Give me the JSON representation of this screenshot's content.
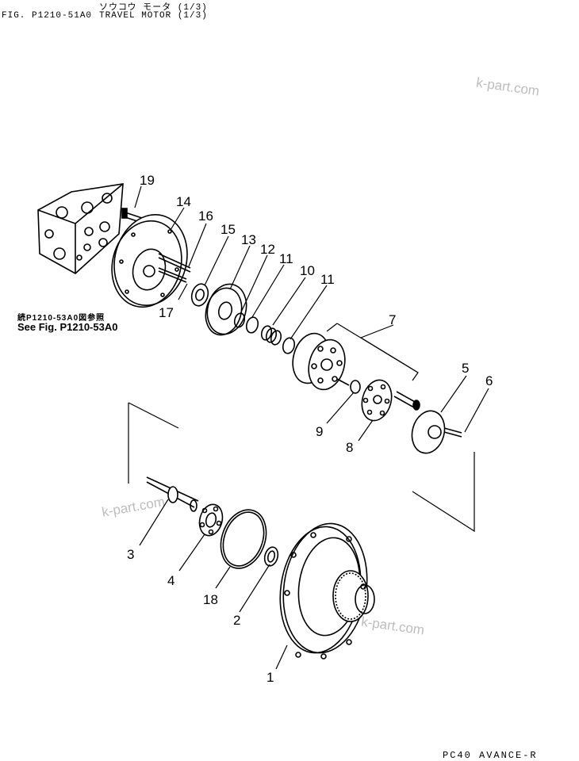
{
  "header": {
    "jp_title": "ソウコウ モータ (1/3)",
    "fig_label": "FIG. P1210-51A0",
    "title": "TRAVEL MOTOR (1/3)"
  },
  "reference": {
    "jp": "続P1210-53A0図参照",
    "en": "See Fig. P1210-53A0"
  },
  "watermark": "k-part.com",
  "footer": "PC40 AVANCE-R",
  "callouts": {
    "c1": "1",
    "c2": "2",
    "c3": "3",
    "c4": "4",
    "c5": "5",
    "c6": "6",
    "c7": "7",
    "c8": "8",
    "c9": "9",
    "c10": "10",
    "c11a": "11",
    "c11b": "11",
    "c12": "12",
    "c13": "13",
    "c14": "14",
    "c15": "15",
    "c16": "16",
    "c17": "17",
    "c18": "18",
    "c19": "19"
  }
}
